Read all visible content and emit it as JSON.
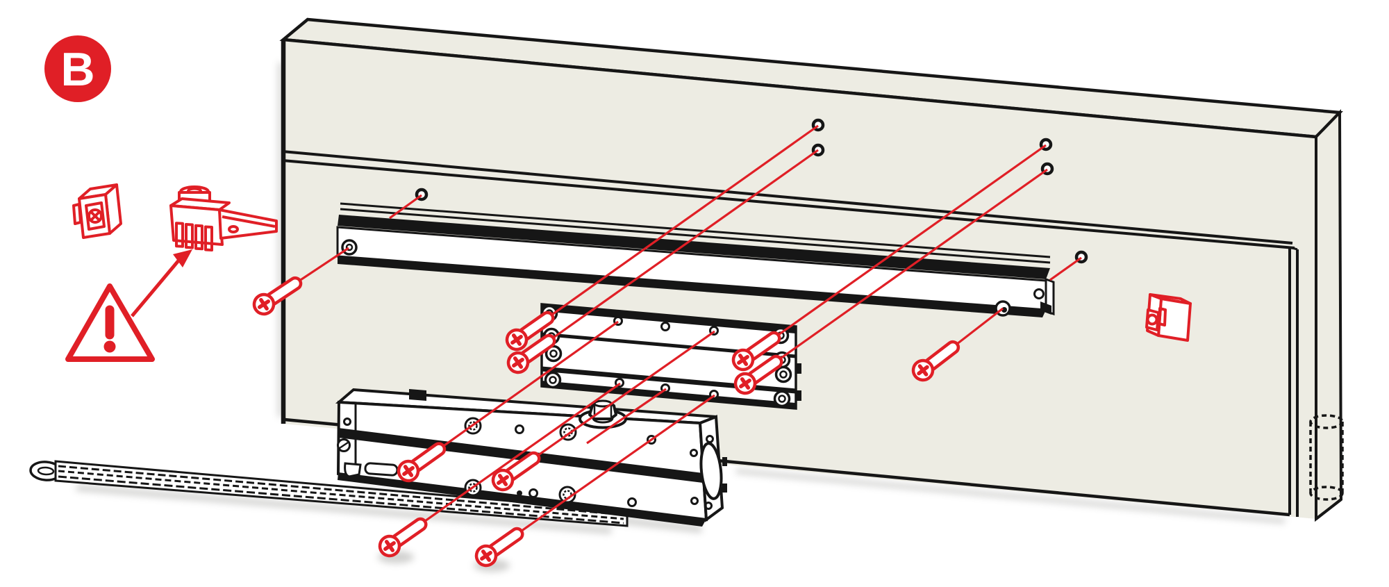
{
  "badge": {
    "label": "B"
  },
  "colors": {
    "accent_red": "#e01f26",
    "outline_ink": "#161616",
    "panel_beige": "#edece3",
    "surface_white": "#ffffff"
  },
  "icons": {
    "step_badge": "circle-B",
    "warning": "warning-triangle",
    "clip": "mounting-clip",
    "assembly": "door-closer-assembly",
    "pointer": "red-arrow",
    "end_cap": "rail-end-cap",
    "screw": "phillips-screw",
    "drill_hole": "hidden-cylinder"
  }
}
